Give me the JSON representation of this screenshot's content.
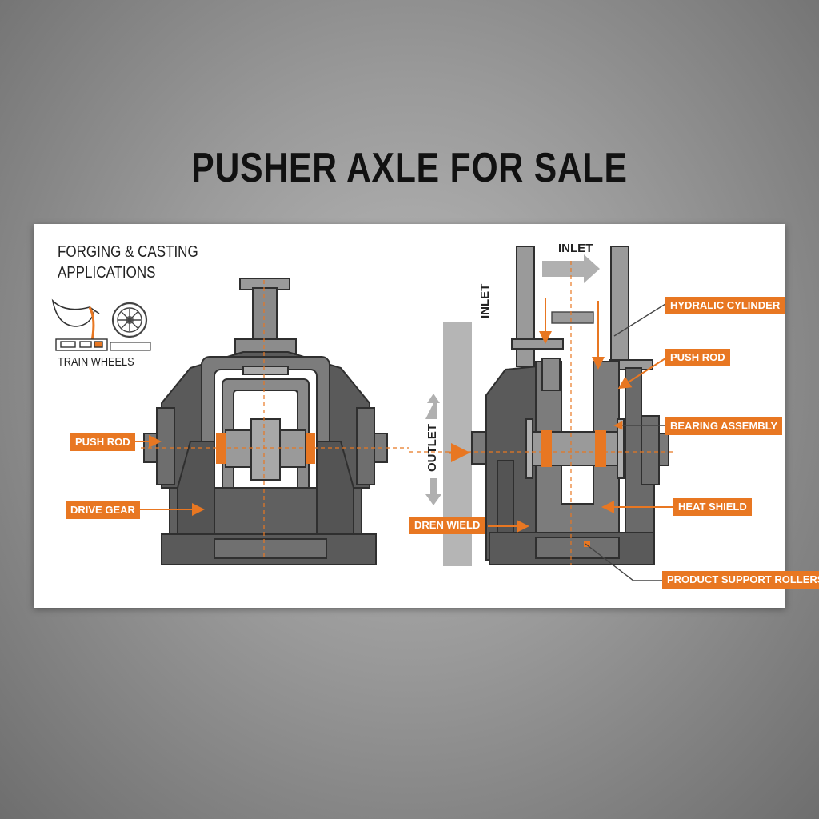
{
  "headline": "PUSHER AXLE FOR SALE",
  "applications": {
    "heading_line1": "FORGING & CASTING",
    "heading_line2": "APPLICATIONS",
    "caption": "TRAIN WHEELS",
    "icons": [
      "ladle-pour-icon",
      "mold-tray-icon",
      "train-wheel-icon"
    ]
  },
  "labels": {
    "left_push_rod": "PUSH ROD",
    "left_drive_gear": "DRIVE GEAR",
    "hydraulic_cylinder": "HYDRALIC CYLINDER",
    "right_push_rod": "PUSH ROD",
    "bearing_assembly": "BEARING ASSEMBLY",
    "heat_shield": "HEAT SHIELD",
    "dren_wield": "DREN WIELD",
    "product_support_rollers": "PRODUCT SUPPORT ROLLERS"
  },
  "flow": {
    "inlet_top": "INLET",
    "inlet_side": "INLET",
    "outlet": "OUTLET"
  },
  "colors": {
    "accent": "#e87722",
    "metal_dark": "#5a5a5a",
    "metal_mid": "#808080",
    "metal_light": "#b5b5b5",
    "panel": "#ffffff"
  }
}
